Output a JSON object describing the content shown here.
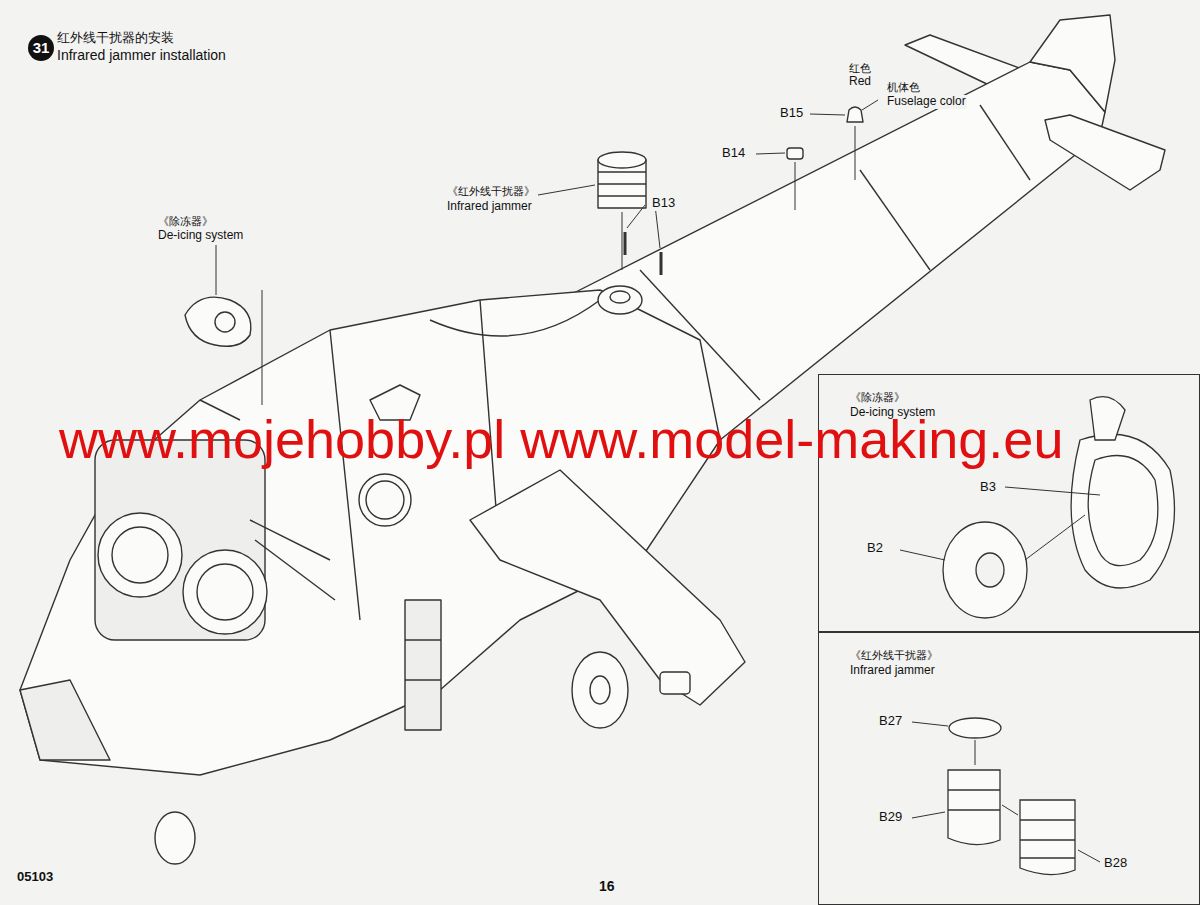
{
  "diagram": {
    "nodes": [
      {
        "text": [
          "《除冻器》",
          "De-icing system"
        ]
      },
      {
        "text": [
          "《红外线干扰器》",
          "Infrared jammer"
        ]
      }
    ],
    "labels": [
      "31",
      "红外线干扰器的安装",
      "Infrared jammer installation",
      "红色",
      "Red",
      "机体色",
      "Fuselage color",
      "B15",
      "B14",
      "《红外线干扰器》",
      "Infrared jammer",
      "B13",
      "《除冻器》",
      "De-icing system",
      "www.mojehobby.pl www.model-making.eu",
      "B3",
      "B2",
      "B27",
      "B29",
      "B28",
      "05103",
      "16"
    ]
  }
}
